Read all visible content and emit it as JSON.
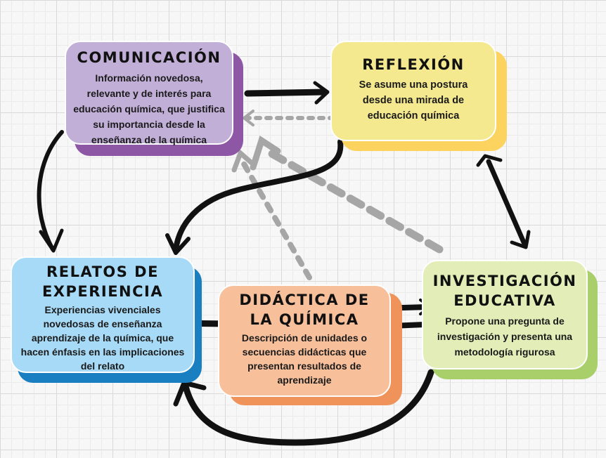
{
  "nodes": {
    "comunicacion": {
      "title": "COMUNICACIÓN",
      "description": "Información novedosa, relevante y de interés para educación química, que justifica su importancia desde la enseñanza de la química",
      "color": "#c2afd8",
      "shadow": "#8e57a6"
    },
    "reflexion": {
      "title": "REFLEXIÓN",
      "description": "Se asume una postura desde una mirada de educación química",
      "color": "#f5e98f",
      "shadow": "#fbd35e"
    },
    "relatos": {
      "title": "RELATOS DE EXPERIENCIA",
      "description": "Experiencias vivenciales novedosas de enseñanza aprendizaje de la química, que hacen énfasis en las implicaciones del relato",
      "color": "#a7daf6",
      "shadow": "#1a7fc1"
    },
    "didactica": {
      "title": "DIDÁCTICA DE LA QUÍMICA",
      "description": "Descripción de unidades o secuencias didácticas que presentan resultados de aprendizaje",
      "color": "#f7bf9a",
      "shadow": "#f0935a"
    },
    "investigacion": {
      "title": "INVESTIGACIÓN EDUCATIVA",
      "description": "Propone una pregunta de investigación y presenta una metodología rigurosa",
      "color": "#e2edb8",
      "shadow": "#a8cf6a"
    }
  }
}
